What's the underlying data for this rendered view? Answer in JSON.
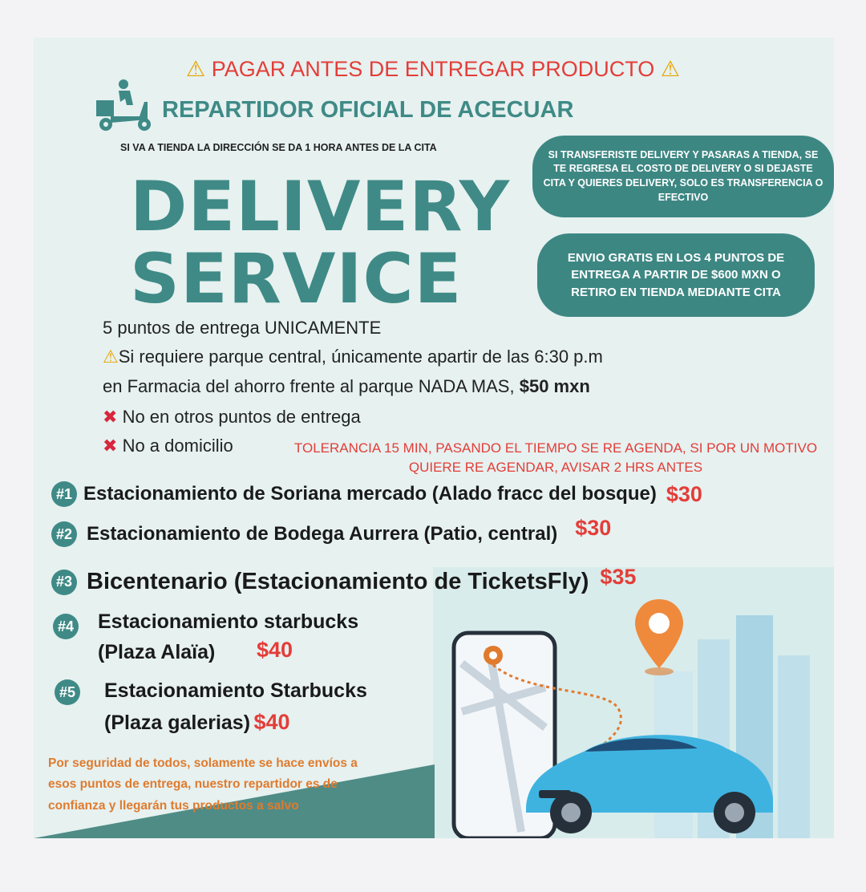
{
  "header": {
    "warning_icon": "warning-icon",
    "warning_text": "PAGAR ANTES DE ENTREGAR PRODUCTO",
    "title": "REPARTIDOR OFICIAL DE ACECUAR",
    "cita_note": "SI VA A TIENDA LA DIRECCIÓN SE DA 1 HORA ANTES DE LA CITA"
  },
  "hero": {
    "line1": "DELIVERY",
    "line2": "SERVICE"
  },
  "notes": {
    "transfer": "SI TRANSFERISTE DELIVERY Y PASARAS A TIENDA, SE TE REGRESA EL COSTO DE DELIVERY O SI DEJASTE CITA Y QUIERES DELIVERY, SOLO ES TRANSFERENCIA O EFECTIVO",
    "free": "ENVIO GRATIS EN LOS 4 PUNTOS DE ENTREGA A PARTIR DE $600 MXN O RETIRO EN TIENDA MEDIANTE CITA"
  },
  "info": {
    "points": "5 puntos de entrega UNICAMENTE",
    "parque": "Si requiere parque central, únicamente apartir de las 6:30 p.m",
    "farmacia": "en Farmacia del ahorro frente al parque NADA MAS,",
    "farmacia_price": "$50 mxn",
    "no_otros": "No en otros puntos de entrega",
    "no_domicilio": "No a domicilio",
    "tolerancia": "TOLERANCIA 15 MIN, PASANDO EL TIEMPO SE RE AGENDA, SI POR UN MOTIVO QUIERE RE AGENDAR, AVISAR 2 HRS ANTES"
  },
  "locations": [
    {
      "num": "#1",
      "name": "Estacionamiento de Soriana mercado (Alado fracc del bosque)",
      "price": "$30"
    },
    {
      "num": "#2",
      "name": "Estacionamiento de Bodega Aurrera (Patio, central)",
      "price": "$30"
    },
    {
      "num": "#3",
      "name": "Bicentenario (Estacionamiento de TicketsFly)",
      "price": "$35"
    },
    {
      "num": "#4",
      "name": "Estacionamiento starbucks",
      "name2": "(Plaza Alaïa)",
      "price": "$40"
    },
    {
      "num": "#5",
      "name": "Estacionamiento Starbucks",
      "name2": "(Plaza galerias)",
      "price": "$40"
    }
  ],
  "footer": {
    "safety": "Por seguridad de todos, solamente se hace envíos a esos puntos de entrega, nuestro repartidor es de confianza y llegarán tus productos a salvo"
  },
  "colors": {
    "teal": "#3f8a86",
    "red": "#e43d38",
    "orange": "#e07b2e",
    "card": "#e6f1f0"
  }
}
